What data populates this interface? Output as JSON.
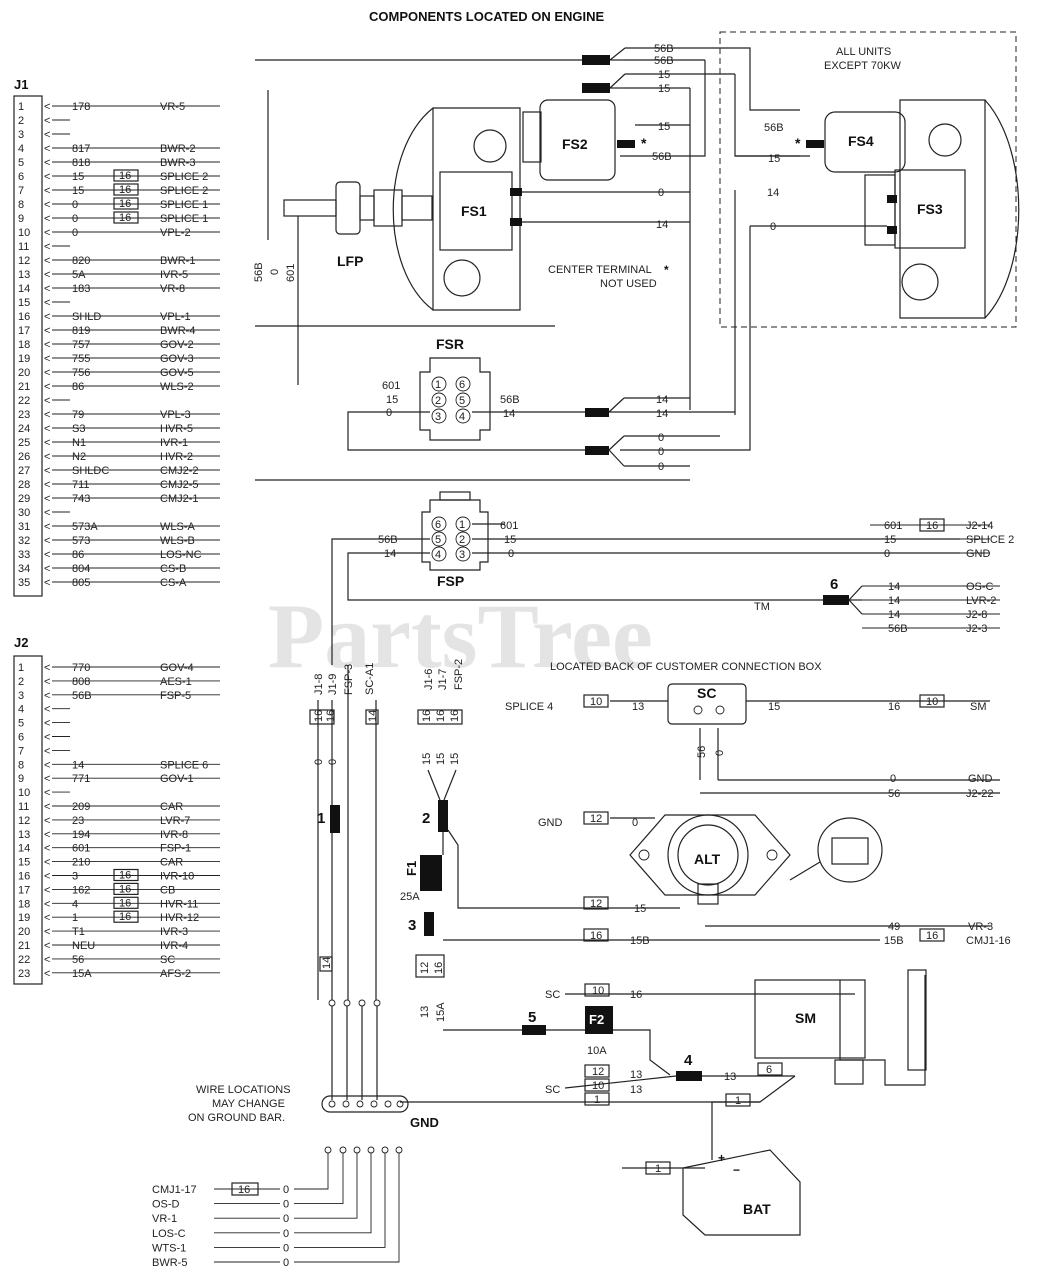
{
  "title": "COMPONENTS LOCATED ON ENGINE",
  "watermark": "PartsTree",
  "watermark_tm": "TM",
  "j1": {
    "label": "J1",
    "pins": [
      {
        "n": "1",
        "wire": "178",
        "dest": "VR-5",
        "gauge": ""
      },
      {
        "n": "2",
        "wire": "",
        "dest": "",
        "gauge": ""
      },
      {
        "n": "3",
        "wire": "",
        "dest": "",
        "gauge": ""
      },
      {
        "n": "4",
        "wire": "817",
        "dest": "BWR-2",
        "gauge": ""
      },
      {
        "n": "5",
        "wire": "818",
        "dest": "BWR-3",
        "gauge": ""
      },
      {
        "n": "6",
        "wire": "15",
        "dest": "SPLICE 2",
        "gauge": "16"
      },
      {
        "n": "7",
        "wire": "15",
        "dest": "SPLICE 2",
        "gauge": "16"
      },
      {
        "n": "8",
        "wire": "0",
        "dest": "SPLICE 1",
        "gauge": "16"
      },
      {
        "n": "9",
        "wire": "0",
        "dest": "SPLICE 1",
        "gauge": "16"
      },
      {
        "n": "10",
        "wire": "0",
        "dest": "VPL-2",
        "gauge": ""
      },
      {
        "n": "11",
        "wire": "",
        "dest": "",
        "gauge": ""
      },
      {
        "n": "12",
        "wire": "820",
        "dest": "BWR-1",
        "gauge": ""
      },
      {
        "n": "13",
        "wire": "5A",
        "dest": "IVR-5",
        "gauge": ""
      },
      {
        "n": "14",
        "wire": "183",
        "dest": "VR-8",
        "gauge": ""
      },
      {
        "n": "15",
        "wire": "",
        "dest": "",
        "gauge": ""
      },
      {
        "n": "16",
        "wire": "SHLD",
        "dest": "VPL-1",
        "gauge": ""
      },
      {
        "n": "17",
        "wire": "819",
        "dest": "BWR-4",
        "gauge": ""
      },
      {
        "n": "18",
        "wire": "757",
        "dest": "GOV-2",
        "gauge": ""
      },
      {
        "n": "19",
        "wire": "755",
        "dest": "GOV-3",
        "gauge": ""
      },
      {
        "n": "20",
        "wire": "756",
        "dest": "GOV-5",
        "gauge": ""
      },
      {
        "n": "21",
        "wire": "86",
        "dest": "WLS-2",
        "gauge": ""
      },
      {
        "n": "22",
        "wire": "",
        "dest": "",
        "gauge": ""
      },
      {
        "n": "23",
        "wire": "79",
        "dest": "VPL-3",
        "gauge": ""
      },
      {
        "n": "24",
        "wire": "S3",
        "dest": "HVR-5",
        "gauge": ""
      },
      {
        "n": "25",
        "wire": "N1",
        "dest": "IVR-1",
        "gauge": ""
      },
      {
        "n": "26",
        "wire": "N2",
        "dest": "HVR-2",
        "gauge": ""
      },
      {
        "n": "27",
        "wire": "SHLDC",
        "dest": "CMJ2-2",
        "gauge": ""
      },
      {
        "n": "28",
        "wire": "711",
        "dest": "CMJ2-5",
        "gauge": ""
      },
      {
        "n": "29",
        "wire": "743",
        "dest": "CMJ2-1",
        "gauge": ""
      },
      {
        "n": "30",
        "wire": "",
        "dest": "",
        "gauge": ""
      },
      {
        "n": "31",
        "wire": "573A",
        "dest": "WLS-A",
        "gauge": ""
      },
      {
        "n": "32",
        "wire": "573",
        "dest": "WLS-B",
        "gauge": ""
      },
      {
        "n": "33",
        "wire": "86",
        "dest": "LOS-NC",
        "gauge": ""
      },
      {
        "n": "34",
        "wire": "804",
        "dest": "CS-B",
        "gauge": ""
      },
      {
        "n": "35",
        "wire": "805",
        "dest": "CS-A",
        "gauge": ""
      }
    ]
  },
  "j2": {
    "label": "J2",
    "pins": [
      {
        "n": "1",
        "wire": "770",
        "dest": "GOV-4",
        "gauge": ""
      },
      {
        "n": "2",
        "wire": "808",
        "dest": "AES-1",
        "gauge": ""
      },
      {
        "n": "3",
        "wire": "56B",
        "dest": "FSP-5",
        "gauge": ""
      },
      {
        "n": "4",
        "wire": "",
        "dest": "",
        "gauge": ""
      },
      {
        "n": "5",
        "wire": "",
        "dest": "",
        "gauge": ""
      },
      {
        "n": "6",
        "wire": "",
        "dest": "",
        "gauge": ""
      },
      {
        "n": "7",
        "wire": "",
        "dest": "",
        "gauge": ""
      },
      {
        "n": "8",
        "wire": "14",
        "dest": "SPLICE 6",
        "gauge": ""
      },
      {
        "n": "9",
        "wire": "771",
        "dest": "GOV-1",
        "gauge": ""
      },
      {
        "n": "10",
        "wire": "",
        "dest": "",
        "gauge": ""
      },
      {
        "n": "11",
        "wire": "209",
        "dest": "CAR",
        "gauge": ""
      },
      {
        "n": "12",
        "wire": "23",
        "dest": "LVR-7",
        "gauge": ""
      },
      {
        "n": "13",
        "wire": "194",
        "dest": "IVR-8",
        "gauge": ""
      },
      {
        "n": "14",
        "wire": "601",
        "dest": "FSP-1",
        "gauge": ""
      },
      {
        "n": "15",
        "wire": "210",
        "dest": "CAR",
        "gauge": ""
      },
      {
        "n": "16",
        "wire": "3",
        "dest": "IVR-10",
        "gauge": "16"
      },
      {
        "n": "17",
        "wire": "162",
        "dest": "CB",
        "gauge": "16"
      },
      {
        "n": "18",
        "wire": "4",
        "dest": "HVR-11",
        "gauge": "16"
      },
      {
        "n": "19",
        "wire": "1",
        "dest": "HVR-12",
        "gauge": "16"
      },
      {
        "n": "20",
        "wire": "T1",
        "dest": "IVR-3",
        "gauge": ""
      },
      {
        "n": "21",
        "wire": "NEU",
        "dest": "IVR-4",
        "gauge": ""
      },
      {
        "n": "22",
        "wire": "56",
        "dest": "SC",
        "gauge": ""
      },
      {
        "n": "23",
        "wire": "15A",
        "dest": "AFS-2",
        "gauge": ""
      }
    ]
  },
  "components": {
    "fs1": "FS1",
    "fs2": "FS2",
    "fs3": "FS3",
    "fs4": "FS4",
    "lfp": "LFP",
    "fsr": "FSR",
    "fsp": "FSP",
    "sc": "SC",
    "alt": "ALT",
    "sm": "SM",
    "bat": "BAT",
    "gnd": "GND",
    "f1": "F1",
    "f1_rating": "25A",
    "f2": "F2",
    "f2_rating": "10A",
    "conn1": "1",
    "conn2": "2",
    "conn3": "3",
    "conn4": "4",
    "conn5": "5",
    "conn6": "6"
  },
  "notes": {
    "all_units": "ALL UNITS",
    "except": "EXCEPT 70KW",
    "center_terminal": "CENTER TERMINAL",
    "not_used": "NOT USED",
    "located_back": "LOCATED BACK OF CUSTOMER CONNECTION BOX",
    "wire_loc1": "WIRE LOCATIONS",
    "wire_loc2": "MAY CHANGE",
    "wire_loc3": "ON GROUND BAR."
  },
  "top_wires": [
    "56B",
    "56B",
    "15",
    "15",
    "15",
    "56B",
    "0",
    "14"
  ],
  "fs4_wires": {
    "w1": "56B",
    "w2": "15",
    "w3": "14",
    "w4": "0"
  },
  "fsr_wires": {
    "a": "601",
    "b": "15",
    "c": "0",
    "d": "56B",
    "e": "14",
    "r1": "14",
    "r2": "14",
    "r3": "0",
    "r4": "0",
    "r5": "0"
  },
  "fsp_wires": {
    "l1": "56B",
    "l2": "14",
    "r1": "601",
    "r2": "15",
    "r3": "0"
  },
  "fsp_pins": [
    "6",
    "1",
    "5",
    "2",
    "4",
    "3"
  ],
  "fsr_pins": [
    "1",
    "6",
    "2",
    "5",
    "3",
    "4"
  ],
  "right_fsp": [
    {
      "wire": "601",
      "gauge": "16",
      "dest": "J2-14"
    },
    {
      "wire": "15",
      "gauge": "",
      "dest": "SPLICE 2"
    },
    {
      "wire": "0",
      "gauge": "",
      "dest": "GND"
    }
  ],
  "splice6": [
    {
      "wire": "14",
      "dest": "OS-C"
    },
    {
      "wire": "14",
      "dest": "LVR-2"
    },
    {
      "wire": "14",
      "dest": "J2-8"
    },
    {
      "wire": "56B",
      "dest": "J2-3"
    }
  ],
  "lfp_wires": [
    "56B",
    "0",
    "601"
  ],
  "harness_top_left": [
    "J1-8",
    "J1-9",
    "FSP-3",
    "SC-A1"
  ],
  "harness_top_right": [
    "J1-6",
    "J1-7",
    "FSP-2"
  ],
  "sc_area": {
    "splice4": "SPLICE 4",
    "g10": "10",
    "w13": "13",
    "w15": "15",
    "w16": "16",
    "g10b": "10",
    "sm": "SM",
    "w56": "56",
    "w0": "0",
    "r0": "0",
    "r0d": "GND",
    "r56": "56",
    "r56d": "J2-22"
  },
  "alt_area": {
    "gnd": "GND",
    "g12a": "12",
    "w0": "0",
    "g12b": "12",
    "w15": "15",
    "w49": "49",
    "d49": "VR-3",
    "g16a": "16",
    "w15b": "15B",
    "w15b2": "15B",
    "g16b": "16",
    "d15b": "CMJ1-16"
  },
  "sm_area": {
    "sc": "SC",
    "g10": "10",
    "w16": "16",
    "g12": "12",
    "w13": "13",
    "sc2": "SC",
    "g10b": "10",
    "w13b": "13",
    "g1": "1",
    "w13c": "13",
    "g6": "6",
    "g1b": "1",
    "g1c": "1"
  },
  "gnd_list": [
    {
      "dest": "CMJ1-17",
      "gauge": "16",
      "wire": "0"
    },
    {
      "dest": "OS-D",
      "gauge": "",
      "wire": "0"
    },
    {
      "dest": "VR-1",
      "gauge": "",
      "wire": "0"
    },
    {
      "dest": "LOS-C",
      "gauge": "",
      "wire": "0"
    },
    {
      "dest": "WTS-1",
      "gauge": "",
      "wire": "0"
    },
    {
      "dest": "BWR-5",
      "gauge": "",
      "wire": "0"
    }
  ],
  "harness_gauges": {
    "g1": "16",
    "g2": "16",
    "g3": "14",
    "g4": "16",
    "g5": "16",
    "g6": "16",
    "g7": "14",
    "g8": "12",
    "g9": "16",
    "wires_left": [
      "0",
      "0"
    ],
    "wires_right": [
      "15",
      "15",
      "15"
    ],
    "w13": "13",
    "w15a": "15A"
  }
}
